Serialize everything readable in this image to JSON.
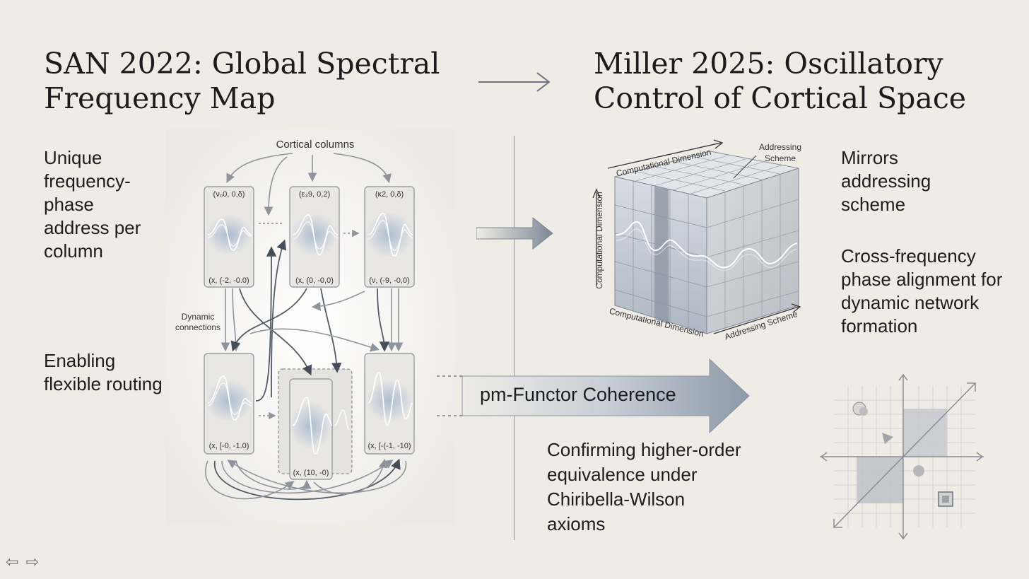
{
  "left": {
    "title_line1": "SAN 2022: Global Spectral",
    "title_line2": "Frequency Map",
    "text1": [
      "Unique",
      "frequency-",
      "phase",
      "address per",
      "column"
    ],
    "text2": [
      "Enabling",
      "flexible routing"
    ]
  },
  "right": {
    "title_line1": "Miller 2025: Oscillatory",
    "title_line2": "Control of Cortical Space",
    "text1": [
      "Mirrors",
      "addressing",
      "scheme"
    ],
    "text2": [
      "Cross-frequency",
      "phase alignment for",
      "dynamic network",
      "formation"
    ],
    "text3": [
      "Confirming higher-order",
      "equivalence under",
      "Chiribella-Wilson",
      "axioms"
    ]
  },
  "diagram": {
    "columns_label": "Cortical columns",
    "dynamic_label_1": "Dynamic",
    "dynamic_label_2": "connections",
    "card_tops": [
      "(ν₀0, 0,δ)",
      "(ε₃9, 0,2)",
      "(κ2, 0,δ)"
    ],
    "card_bottoms_top_row": [
      "(x, (-2, -0.0)",
      "(x, (0, -0,0)",
      "(ν, (-9, -0,0)"
    ],
    "card_bottoms_lower_row": [
      "(x, [-0, -1.0)",
      "(x, (10, -0)",
      "(x, [-(-1, -10)"
    ]
  },
  "cube": {
    "top_label": "Computational Dimension",
    "left_label": "Computational Dimension",
    "bottom_label": "Computational Dimension",
    "right_label": "Addressing Scheme",
    "callout_line1": "Addressing",
    "callout_line2": "Scheme"
  },
  "big_arrow": {
    "label": "pm-Functor Coherence"
  },
  "nav": {
    "prev": "⇦",
    "next": "⇨"
  }
}
